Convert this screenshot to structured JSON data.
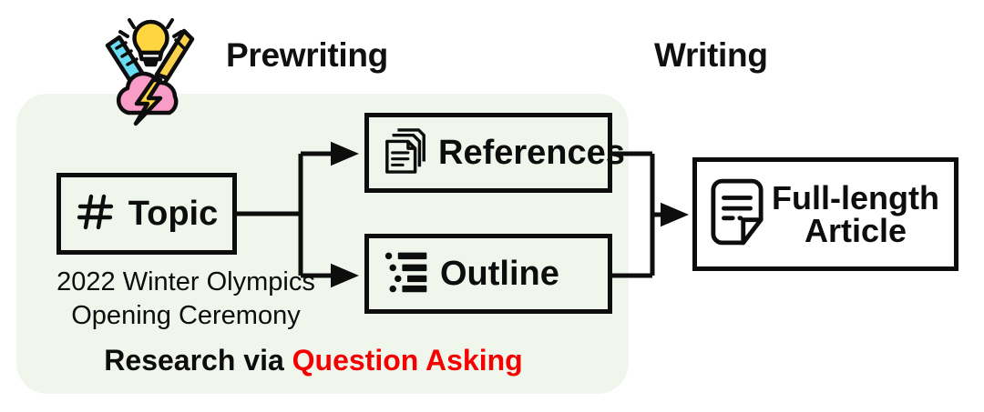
{
  "figure": {
    "title": "STORM pipeline: Prewriting and Writing stages",
    "panel_color": "#f1f6ec",
    "accent_color": "#f50000",
    "stroke_color": "#0d0d0d"
  },
  "phases": {
    "prewriting_label": "Prewriting",
    "writing_label": "Writing"
  },
  "nodes": {
    "topic": {
      "label": "Topic",
      "icon": "hash-icon",
      "caption_line1": "2022 Winter Olympics",
      "caption_line2": "Opening Ceremony"
    },
    "references": {
      "label": "References",
      "icon": "document-stack-icon"
    },
    "outline": {
      "label": "Outline",
      "icon": "bullet-outline-icon"
    },
    "article": {
      "label": "Full-length\nArticle",
      "icon": "article-page-icon"
    }
  },
  "annotations": {
    "research_prefix": "Research via ",
    "research_highlight": "Question Asking"
  },
  "icons": {
    "brainstorm": "brainstorm-cloud-bulb-icon"
  }
}
